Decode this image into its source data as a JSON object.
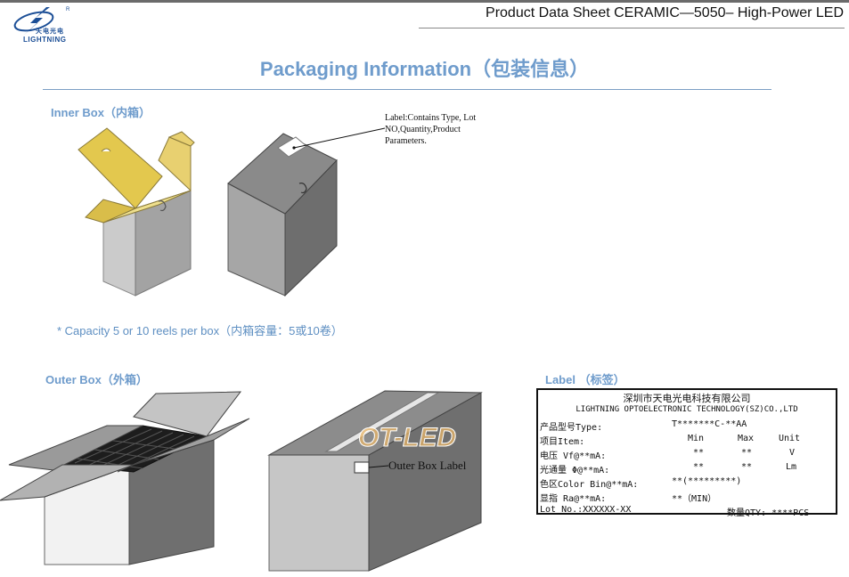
{
  "header": {
    "logo_cn": "天电光电",
    "logo_en": "LIGHTNING",
    "logo_reg": "R",
    "doc_title": "Product Data Sheet CERAMIC—5050– High-Power LED"
  },
  "section": {
    "title": "Packaging Information（包装信息）"
  },
  "inner_box": {
    "heading": "Inner Box（内箱）",
    "callout": "Label:Contains Type, Lot NO,Quantity,Product Parameters.",
    "capacity": "* Capacity 5 or 10 reels per box（内箱容量：5或10卷）"
  },
  "outer_box": {
    "heading": "Outer Box（外箱）",
    "callout": "Outer Box Label",
    "watermark": "OT-LED"
  },
  "label": {
    "heading": "Label （标签）",
    "company_cn": "深圳市天电光电科技有限公司",
    "company_en": "LIGHTNING OPTOELECTRONIC TECHNOLOGY(SZ)CO.,LTD",
    "type_label": "产品型号Type:",
    "type_value": "T*******C-**AA",
    "item_label": "项目Item:",
    "col_min": "Min",
    "col_max": "Max",
    "col_unit": "Unit",
    "vf_label": "电压 Vf@**mA:",
    "vf_min": "**",
    "vf_max": "**",
    "vf_unit": "V",
    "flux_label": "光通量 Φ@**mA:",
    "flux_min": "**",
    "flux_max": "**",
    "flux_unit": "Lm",
    "bin_label": "色区Color Bin@**mA:",
    "bin_value": "**(*********)",
    "ra_label": "显指 Ra@**mA:",
    "ra_value": "**（MIN）",
    "lot_label": "Lot No.:XXXXXX-XX",
    "qty_label": "数量QTY: ****PCS"
  }
}
